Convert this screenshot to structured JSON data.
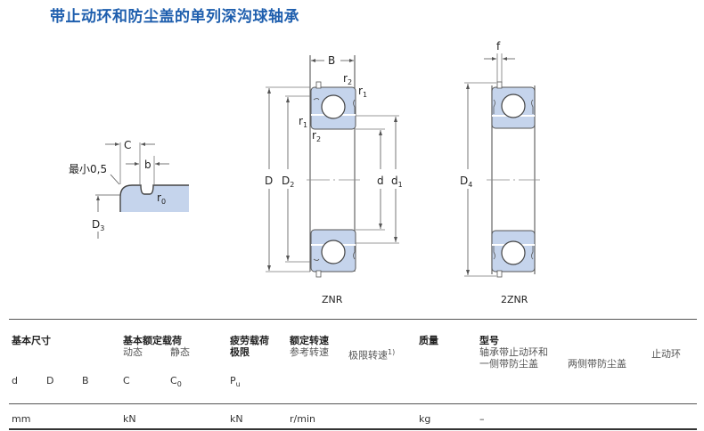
{
  "title": "带止动环和防尘盖的单列深沟球轴承",
  "drawings": {
    "groove_detail": {
      "labels": {
        "C": "C",
        "b": "b",
        "min": "最小0,5",
        "r0": "r",
        "r0_sub": "0",
        "D3": "D",
        "D3_sub": "3"
      }
    },
    "znr": {
      "caption": "ZNR",
      "labels": {
        "B": "B",
        "r2a": "r",
        "r2a_sub": "2",
        "r1a": "r",
        "r1a_sub": "1",
        "r1b": "r",
        "r1b_sub": "1",
        "r2b": "r",
        "r2b_sub": "2",
        "D": "D",
        "D2": "D",
        "D2_sub": "2",
        "d": "d",
        "d1": "d",
        "d1_sub": "1"
      }
    },
    "2znr": {
      "caption": "2ZNR",
      "labels": {
        "f": "f",
        "D4": "D",
        "D4_sub": "4"
      }
    }
  },
  "table": {
    "groups": {
      "basic_dims": "基本尺寸",
      "load_ratings": "基本额定载荷",
      "load_dynamic": "动态",
      "load_static": "静态",
      "fatigue": "疲劳载荷",
      "fatigue2": "极限",
      "speed": "额定转速",
      "speed_ref": "参考转速",
      "speed_lim": "极限转速",
      "speed_lim_note": "1)",
      "mass": "质量",
      "designation": "型号",
      "desig_one_a": "轴承带止动环和",
      "desig_one_b": "一侧带防尘盖",
      "desig_two": "两侧带防尘盖",
      "desig_ring": "止动环"
    },
    "symbols": {
      "d": "d",
      "D": "D",
      "B": "B",
      "C": "C",
      "C0": "C",
      "C0_sub": "0",
      "Pu": "P",
      "Pu_sub": "u"
    },
    "units": {
      "mm": "mm",
      "kN1": "kN",
      "kN2": "kN",
      "rpm": "r/min",
      "kg": "kg",
      "dash": "–"
    }
  }
}
